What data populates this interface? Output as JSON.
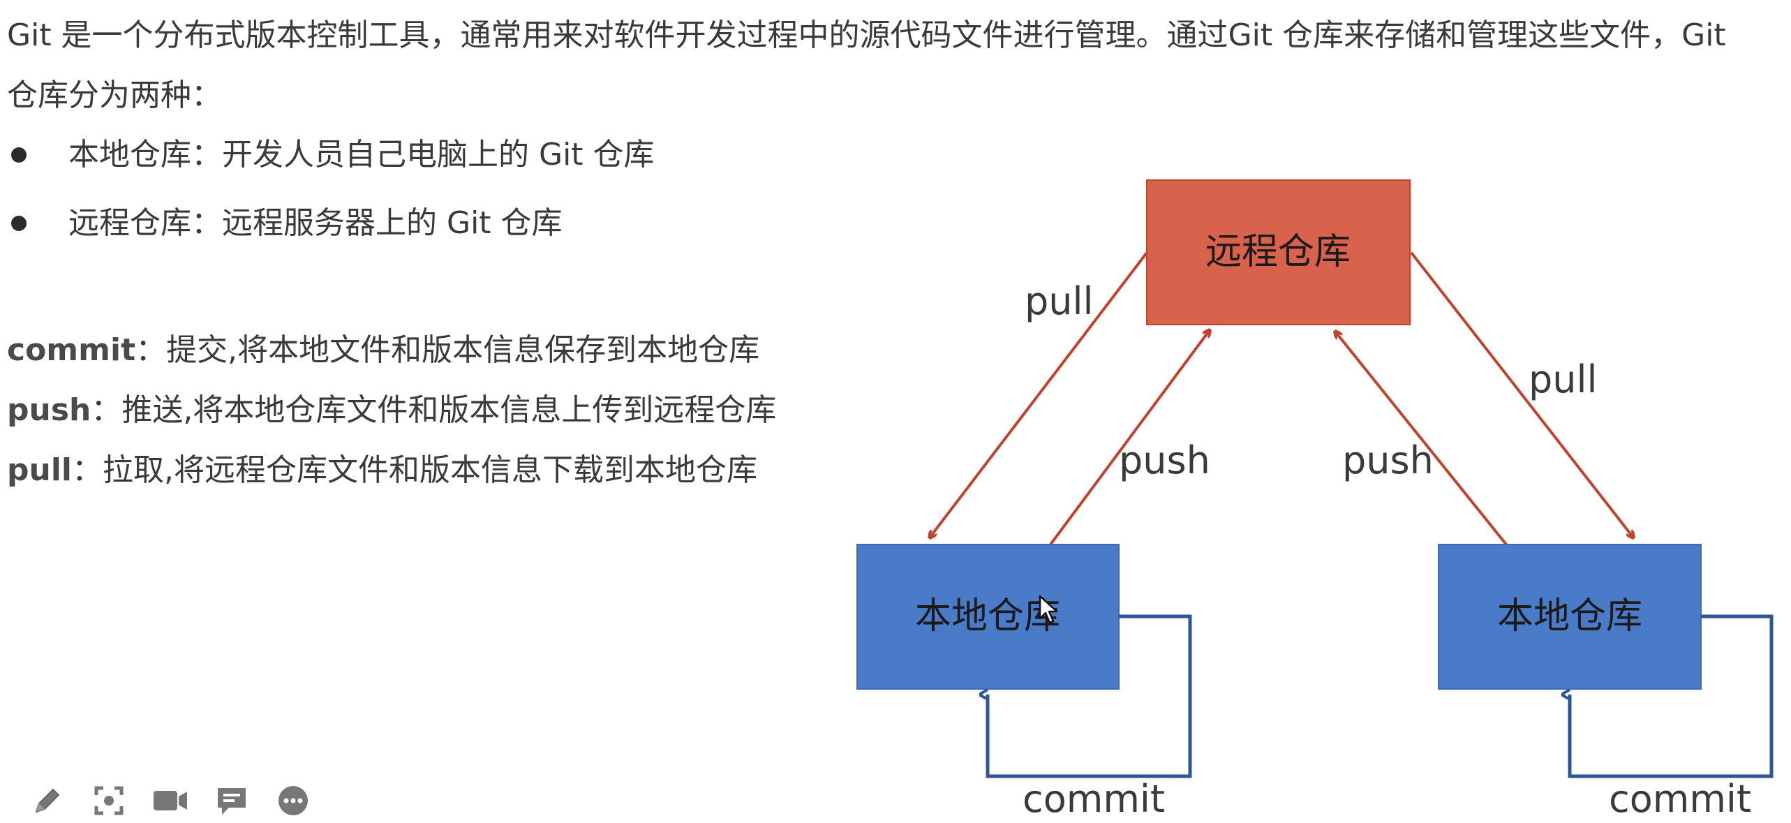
{
  "intro": {
    "text": "Git 是一个分布式版本控制工具，通常用来对软件开发过程中的源代码文件进行管理。通过Git 仓库来存储和管理这些文件，Git 仓库分为两种："
  },
  "bullets": [
    {
      "text": "本地仓库：开发人员自己电脑上的 Git 仓库"
    },
    {
      "text": "远程仓库：远程服务器上的 Git 仓库"
    }
  ],
  "commands": [
    {
      "name": "commit",
      "desc": "：提交,将本地文件和版本信息保存到本地仓库"
    },
    {
      "name": "push",
      "desc": "：推送,将本地仓库文件和版本信息上传到远程仓库"
    },
    {
      "name": "pull",
      "desc": "：拉取,将远程仓库文件和版本信息下载到本地仓库"
    }
  ],
  "diagram": {
    "remote_label": "远程仓库",
    "local_left_label": "本地仓库",
    "local_right_label": "本地仓库",
    "edges": {
      "pull_left": "pull",
      "push_left": "push",
      "push_right": "push",
      "pull_right": "pull",
      "commit_left": "commit",
      "commit_right": "commit"
    },
    "colors": {
      "remote_fill": "#D9624D",
      "local_fill": "#4A7BC8",
      "arrow_red": "#C0432E",
      "arrow_blue": "#2F5597"
    }
  },
  "toolbar": {
    "icons": [
      "pen-icon",
      "screenshot-icon",
      "camera-icon",
      "chat-icon",
      "more-icon"
    ]
  }
}
